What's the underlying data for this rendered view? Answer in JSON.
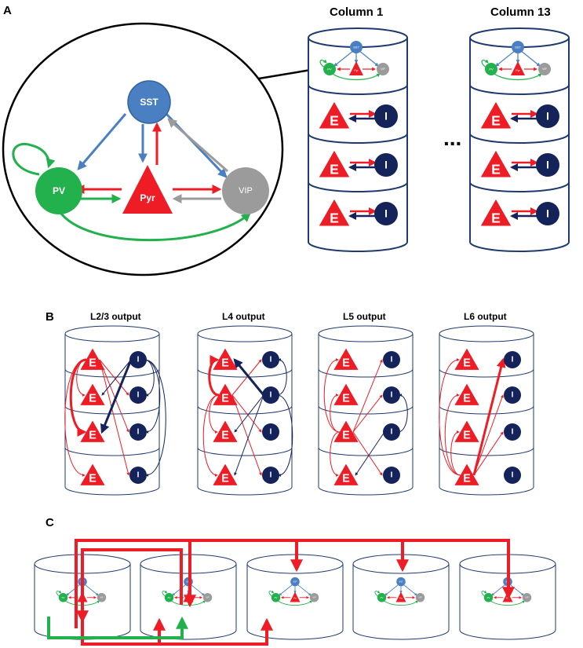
{
  "panels": {
    "a": "A",
    "b": "B",
    "c": "C"
  },
  "panel_a": {
    "column_left": "Column 1",
    "column_right": "Column 13",
    "ellipsis": "...",
    "cells": {
      "sst": "SST",
      "pv": "PV",
      "pyr": "Pyr",
      "vip": "VIP",
      "e": "E",
      "i": "I"
    }
  },
  "panel_b": {
    "titles": [
      "L2/3 output",
      "L4 output",
      "L5 output",
      "L6 output"
    ]
  },
  "colors": {
    "sst": "#4a7fc1",
    "pv": "#23b14d",
    "pyr": "#ee1c24",
    "vip": "#9b9b9b",
    "inhib": "#14235a",
    "outline": "#1f3a6e"
  }
}
